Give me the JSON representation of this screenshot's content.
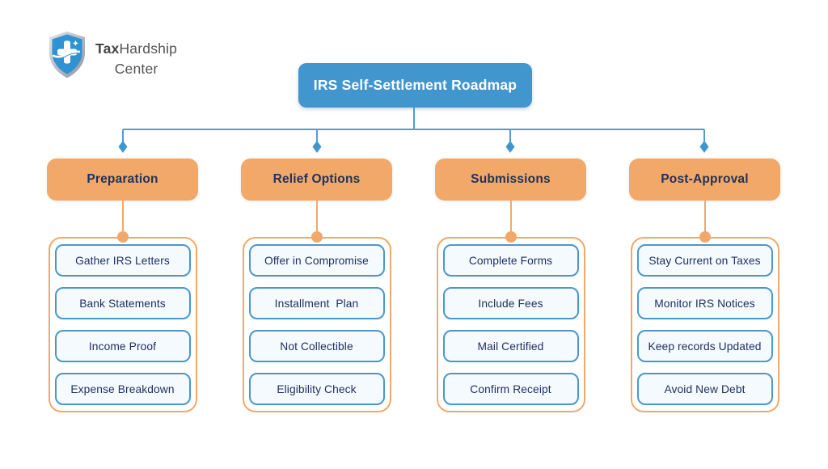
{
  "logo": {
    "brand_bold": "Tax",
    "brand_rest": "Hardship",
    "line2": "Center",
    "icon": "shield-medical-cross-icon"
  },
  "title": "IRS Self-Settlement Roadmap",
  "colors": {
    "title_blue": "#4296CE",
    "connector_blue": "#4D9DD6",
    "accent_orange": "#F2A868",
    "step_border_blue": "#4B97CD",
    "step_background": "#F5FAFE",
    "text_navy": "#21325F",
    "logo_gray": "#535353"
  },
  "columns": [
    {
      "title": "Preparation",
      "items": [
        "Gather IRS Letters",
        "Bank Statements",
        "Income Proof",
        "Expense Breakdown"
      ]
    },
    {
      "title": "Relief Options",
      "items": [
        "Offer in Compromise",
        "Installment  Plan",
        "Not Collectible",
        "Eligibility Check"
      ]
    },
    {
      "title": "Submissions",
      "items": [
        "Complete Forms",
        "Include Fees",
        "Mail Certified",
        "Confirm Receipt"
      ]
    },
    {
      "title": "Post-Approval",
      "items": [
        "Stay Current on Taxes",
        "Monitor IRS Notices",
        "Keep records Updated",
        "Avoid New Debt"
      ]
    }
  ]
}
